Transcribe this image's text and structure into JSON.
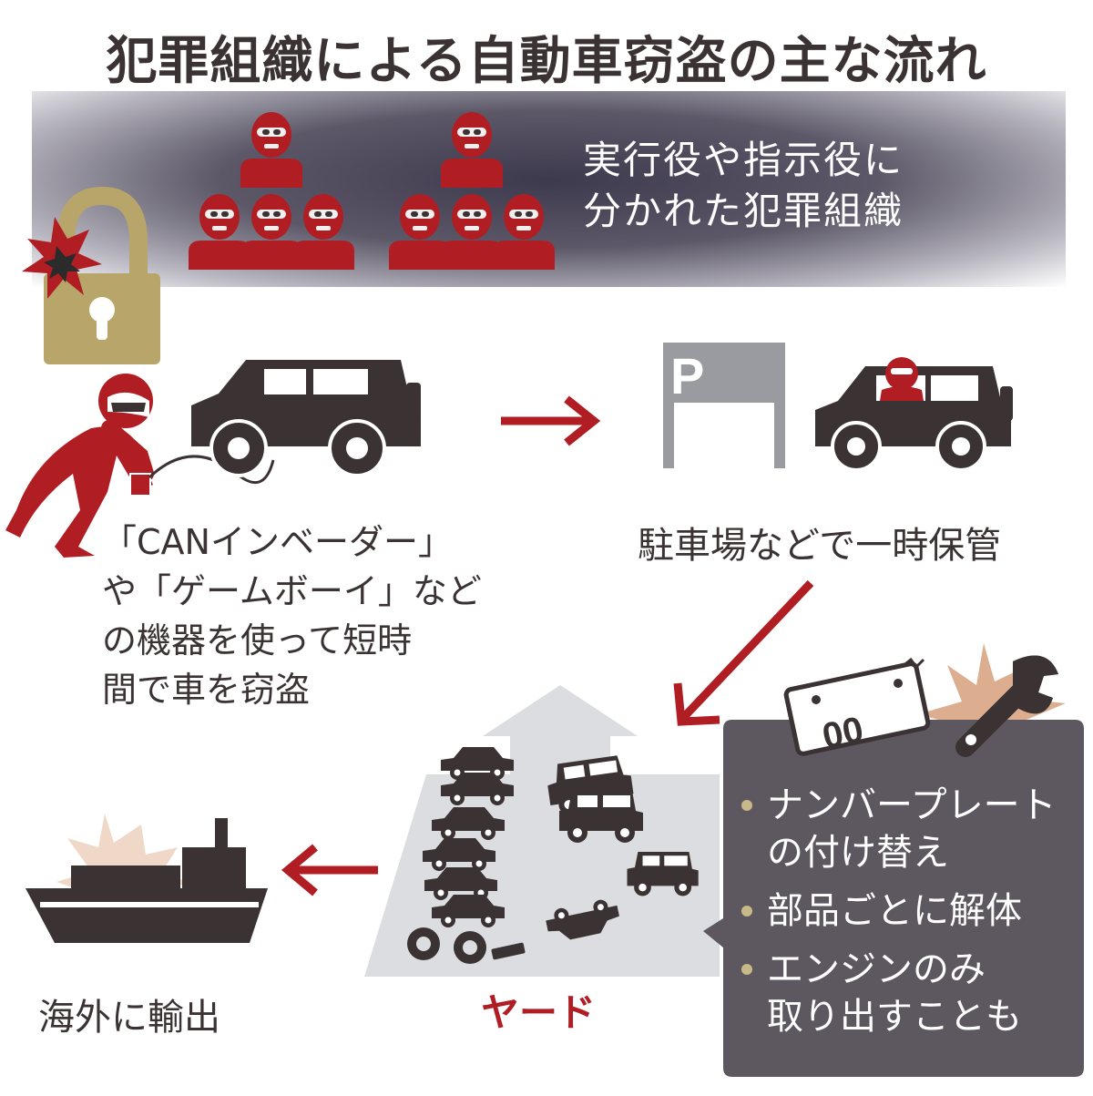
{
  "title": "犯罪組織による自動車窃盗の主な流れ",
  "organization": {
    "text_line1": "実行役や指示役に",
    "text_line2": "分かれた犯罪組織"
  },
  "theft": {
    "line1": "「CANインベーダー」",
    "line2": "や「ゲームボーイ」など",
    "line3": "の機器を使って短時",
    "line4": "間で車を窃盗"
  },
  "parking": {
    "sign_letter": "P",
    "text": "駐車場などで一時保管"
  },
  "yard": {
    "label": "ヤード",
    "plate_number": "00",
    "processes": [
      {
        "line1": "ナンバープレート",
        "line2": "の付け替え"
      },
      {
        "line1": "部品ごとに解体",
        "line2": ""
      },
      {
        "line1": "エンジンのみ",
        "line2": "取り出すことも"
      }
    ]
  },
  "export": {
    "text": "海外に輸出"
  },
  "colors": {
    "accent_red": "#b01e23",
    "dark": "#3a3233",
    "gray": "#9a9ba0",
    "gold": "#b8a56a",
    "box": "#5d5760"
  }
}
